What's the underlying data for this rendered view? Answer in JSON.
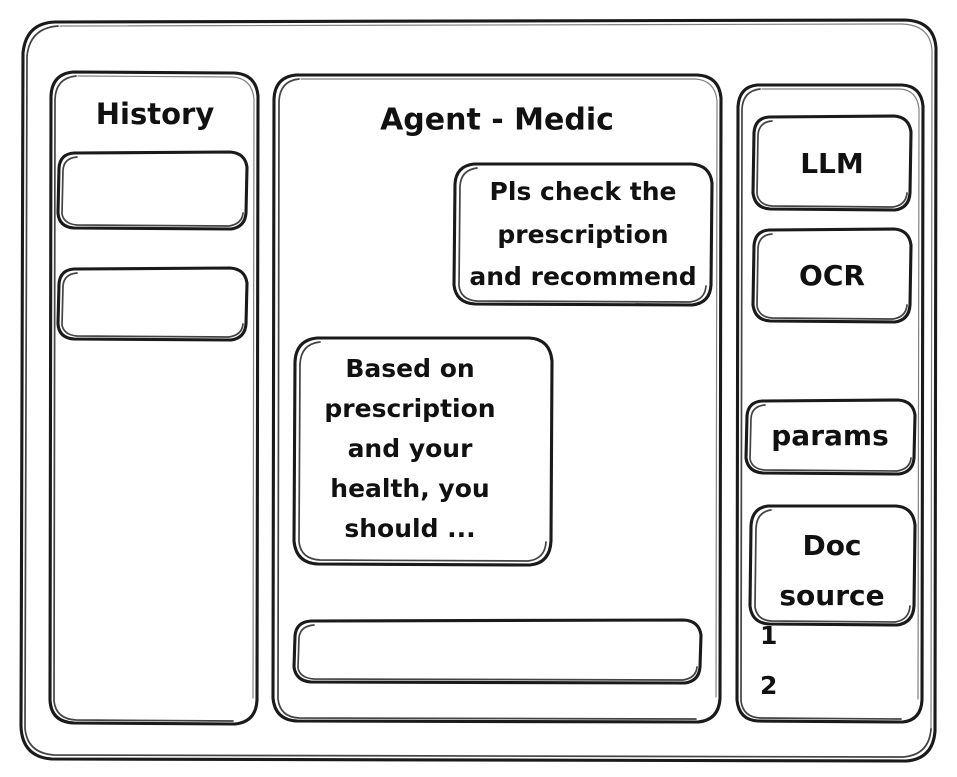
{
  "window": {
    "name": "agent-medic-wireframe"
  },
  "sidebar_left": {
    "title": "History",
    "items": [
      {
        "label": ""
      },
      {
        "label": ""
      }
    ]
  },
  "main": {
    "title": "Agent - Medic",
    "messages": [
      {
        "role": "user",
        "lines": [
          "Pls check the",
          "prescription",
          "and recommend"
        ]
      },
      {
        "role": "assistant",
        "lines": [
          "Based on",
          "prescription",
          "and your",
          "health, you",
          "should ..."
        ]
      }
    ],
    "composer": {
      "value": "",
      "placeholder": ""
    }
  },
  "sidebar_right": {
    "buttons": [
      {
        "label": "LLM"
      },
      {
        "label": "OCR"
      },
      {
        "label": "params"
      }
    ],
    "doc_source": {
      "lines": [
        "Doc",
        "source"
      ],
      "items": [
        "1",
        "2"
      ]
    }
  },
  "colors": {
    "stroke": "#1a1a1a",
    "background": "#ffffff",
    "text": "#111111"
  }
}
